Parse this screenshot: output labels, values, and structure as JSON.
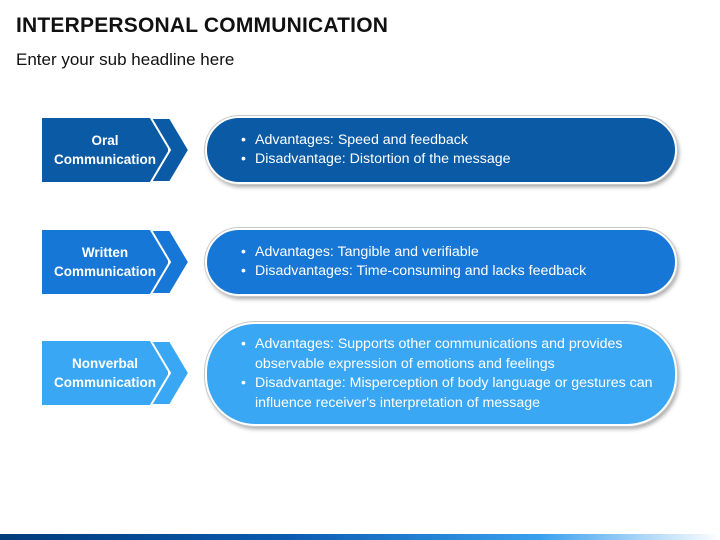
{
  "header": {
    "title": "INTERPERSONAL COMMUNICATION",
    "subtitle": "Enter your sub headline here"
  },
  "rows": [
    {
      "label_line1": "Oral",
      "label_line2": "Communication",
      "color": "#0b5aa6",
      "bullets": [
        "Advantages: Speed and feedback",
        "Disadvantage: Distortion of the message"
      ]
    },
    {
      "label_line1": "Written",
      "label_line2": "Communication",
      "color": "#1677d6",
      "bullets": [
        "Advantages: Tangible and verifiable",
        "Disadvantages: Time-consuming and lacks feedback"
      ]
    },
    {
      "label_line1": "Nonverbal",
      "label_line2": "Communication",
      "color": "#3aa7f4",
      "bullets": [
        "Advantages: Supports other communications and provides observable expression of emotions and feelings",
        "Disadvantage: Misperception of body language or gestures can influence receiver's interpretation of message"
      ]
    }
  ]
}
